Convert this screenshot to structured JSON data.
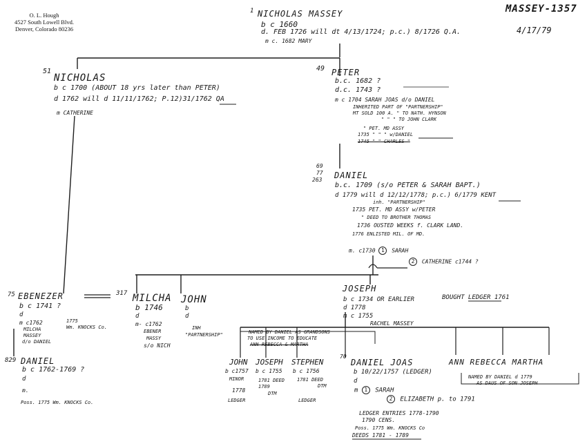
{
  "address": {
    "name": "O. L. Hough",
    "street": "4527 South Lowell Blvd.",
    "city": "Denver, Colorado 80236"
  },
  "header": {
    "file_code": "MASSEY-1357",
    "date": "4/17/79"
  },
  "nicholas_massey": {
    "num": "1",
    "name": "NICHOLAS MASSEY",
    "born": "b c 1660",
    "died": "d. FEB 1726 will dt 4/13/1724; p.c.) 8/1726 Q.A.",
    "married": "m c. 1682 MARY"
  },
  "nicholas": {
    "num": "51",
    "name": "NICHOLAS",
    "born": "b c 1700 (ABOUT 18 yrs later than PETER)",
    "died": "d   1762 will d 11/11/1762; P.12)31/1762 QA",
    "married": "m    CATHERINE"
  },
  "peter": {
    "num": "49",
    "name": "PETER",
    "born": "b.c. 1682 ?",
    "died": "d.c. 1743 ?",
    "married": "m c 1704 SARAH JOAS d/o DANIEL",
    "n1": "INHERITED PART OF \"PARTNERSHIP\"",
    "n2": "MT SOLD 100 A.      \"      TO NATH. HYNSON",
    "n3": "\"       \"        \"      TO JOHN CLARK",
    "n4": "\" PET. MD ASSY",
    "n5": "1735  \"    \" \"  w/DANIEL",
    "n6": "1745  \"  \"  CHARLES  \""
  },
  "daniel": {
    "num1": "69",
    "num2": "77",
    "num3": "263",
    "name": "DANIEL",
    "born": "b.c. 1709 (s/o PETER & SARAH BAPT.)",
    "died": "d   1779  will d 12/12/1778; p.c.) 6/1779 KENT",
    "n1": "inh. \"PARTNERSHIP\"",
    "n2": "1735  PET. MD ASSY w/PETER",
    "n3": "\"   DEED TO BROTHER THOMAS",
    "n4": "1736  OUSTED WEEKS f. CLARK LAND.",
    "n5": "1776  ENLISTED MIL. OF MD.",
    "m1_prefix": "m. c1730",
    "m1_num": "1",
    "m1_name": "SARAH",
    "m2_num": "2",
    "m2_name": "CATHERINE c1744 ?"
  },
  "ebenezer": {
    "num": "75",
    "name": "EBENEZER",
    "born": "b c 1741 ?",
    "died": "d",
    "married": "m c1762",
    "spouse1": "MILCHA",
    "spouse2": "MASSEY",
    "spouse3": "d/o DANIEL",
    "note1": "1775",
    "note2": "Wm. KNOCKS Co."
  },
  "milcha": {
    "num": "317",
    "name": "MILCHA",
    "born": "b 1746",
    "died": "d",
    "married": "m- c1762",
    "spouse1": "EBENER",
    "spouse2": "MASSY",
    "spouse3": "s/o NICH"
  },
  "john_top": {
    "name": "JOHN",
    "born": "b",
    "died": "d",
    "note1": "INH",
    "note2": "\"PARTNERSHIP\""
  },
  "joseph": {
    "name": "JOSEPH",
    "born": "b c 1734 OR EARLIER",
    "note_top": "BOUGHT LEDGER 1761",
    "died": "d   1778",
    "married": "m c 1755",
    "spouse": "RACHEL MASSEY"
  },
  "grandsons_note": {
    "l1": "NAMED BY DANIEL AS GRANDSONS",
    "l2": "TO USE INCOME TO EDUCATE",
    "l3": "ANN REBECCA & MARTHA"
  },
  "daniel2": {
    "num": "829",
    "name": "DANIEL",
    "born": "b c 1762-1769 ?",
    "died": "d",
    "married": "m.",
    "note": "Poss. 1775 Wm. KNOCKS Co."
  },
  "john2": {
    "name": "JOHN",
    "born": "b c1757",
    "note1": "MINOR",
    "note2": "1778",
    "note3": "LEDGER"
  },
  "joseph2": {
    "name": "JOSEPH",
    "born": "b c 1755",
    "note1": "1781 DEED",
    "note2": "1789",
    "note3": "DTM"
  },
  "stephen": {
    "name": "STEPHEN",
    "born": "b c 1756",
    "note1": "1781 DEED",
    "note2": "DTM",
    "note3": "LEDGER"
  },
  "daniel_joas": {
    "num": "70",
    "name": "DANIEL JOAS",
    "born": "b  10/22/1757 (LEDGER)",
    "died": "d",
    "m": "m",
    "w1_num": "1",
    "w1_name": "SARAH",
    "w2_num": "2",
    "w2_name": "ELIZABETH  p. to 1791",
    "n1": "LEDGER ENTRIES 1778-1790",
    "n2": "1790 CENS.",
    "n3": "Poss. 1775 Wm. KNOCKS Co",
    "n4": "DEEDS 1781 - 1789"
  },
  "daughters": {
    "names": "ANN REBECCA MARTHA",
    "note1": "NAMED BY DANIEL d 1779",
    "note2": "AS DAUS OF SON JOSEPH"
  }
}
